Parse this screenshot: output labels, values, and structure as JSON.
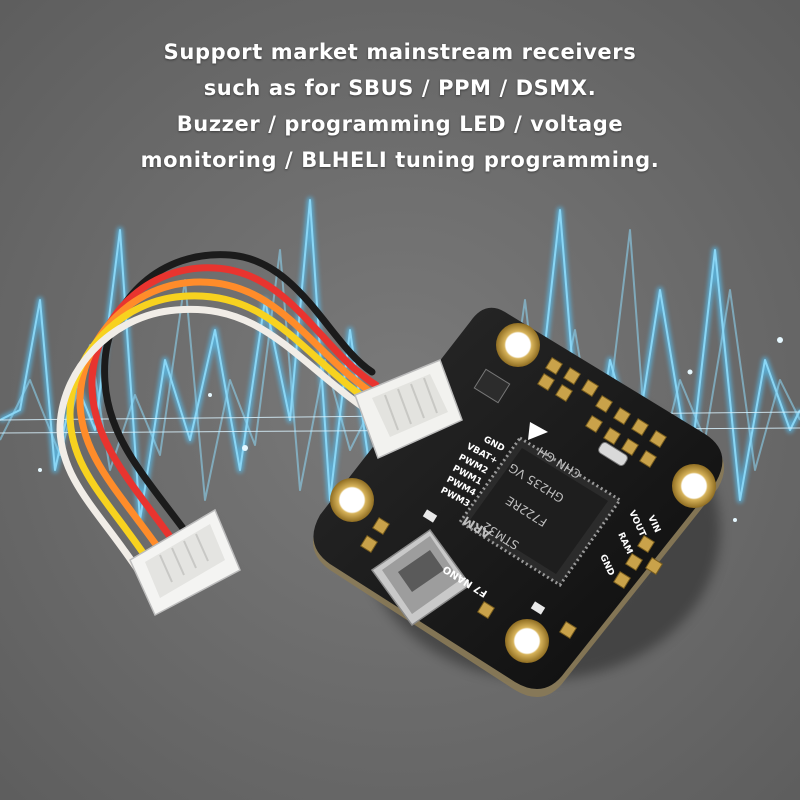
{
  "caption": {
    "lines": [
      "Support market mainstream receivers",
      "such as for SBUS / PPM / DSMX.",
      "Buzzer / programming LED / voltage",
      "monitoring / BLHELI tuning programming."
    ]
  },
  "board": {
    "pin_labels": [
      "GND",
      "VBAT+",
      "PWM2",
      "PWM1",
      "PWM4",
      "PWM3"
    ],
    "power_labels": [
      "VIN",
      "VOUT",
      "RAM",
      "GND"
    ],
    "side_labels": [
      "F7 NANO"
    ],
    "chip_text": [
      "ARM",
      "STM32",
      "F722RE",
      "GH235 VG",
      "CHN GH"
    ]
  },
  "colors": {
    "background": "#6e6e6e",
    "waveform": "#7fd0f5",
    "board": "#141414",
    "pad": "#c9a24a",
    "wire_colors": [
      "#f1ede7",
      "#f7d21f",
      "#ff8c2a",
      "#e8342f",
      "#1b1b1b"
    ]
  }
}
